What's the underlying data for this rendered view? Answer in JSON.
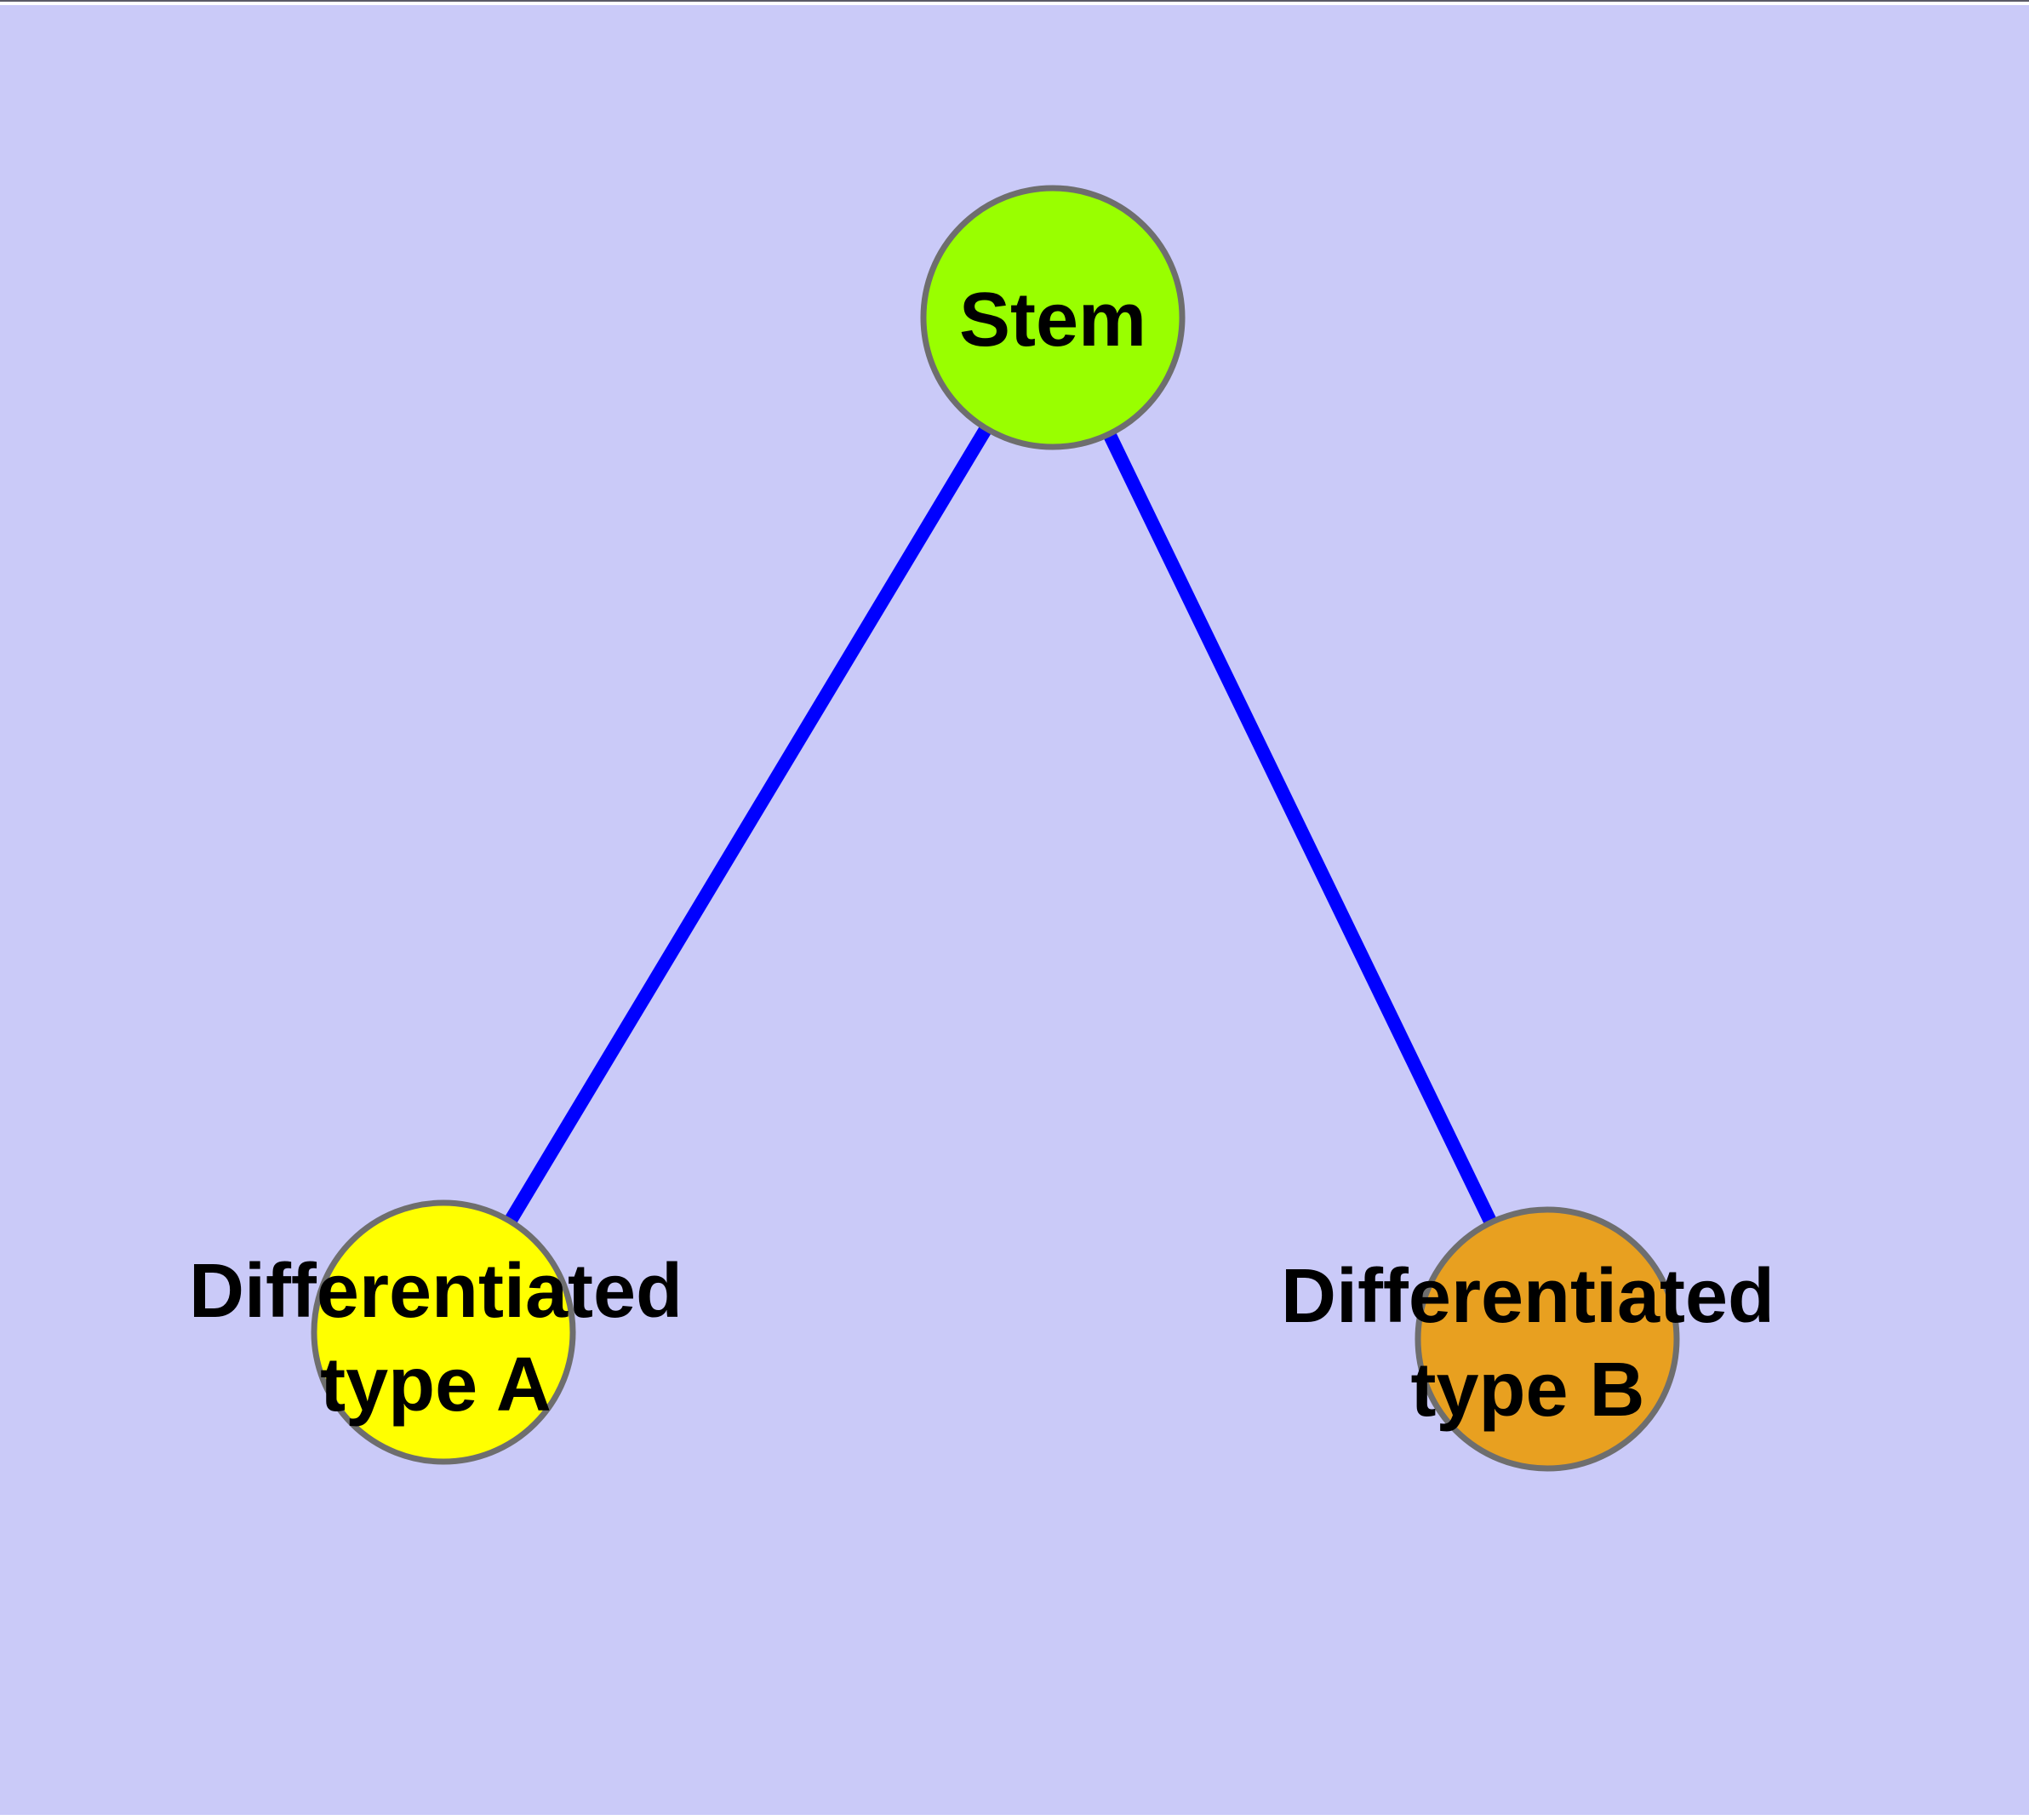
{
  "diagram": {
    "type": "node-link-graph",
    "background_color": "#CACAF8",
    "page_margin_color": "#FFFFFF",
    "top_border_color": "#5A5A66",
    "edge_color": "#0000FF",
    "node_border_color": "#6E6E6E",
    "label_color": "#000000",
    "nodes": [
      {
        "id": "stem",
        "label": "Stem",
        "label_lines": [
          "Stem"
        ],
        "fill": "#99FF00"
      },
      {
        "id": "differentiated-type-a",
        "label": "Differentiated type A",
        "label_lines": [
          "Differentiated",
          "type A"
        ],
        "fill": "#FFFF00"
      },
      {
        "id": "differentiated-type-b",
        "label": "Differentiated type B",
        "label_lines": [
          "Differentiated",
          "type B"
        ],
        "fill": "#E8A020"
      }
    ],
    "edges": [
      {
        "from": "Stem",
        "to": "Differentiated type A"
      },
      {
        "from": "Stem",
        "to": "Differentiated type B"
      }
    ]
  }
}
